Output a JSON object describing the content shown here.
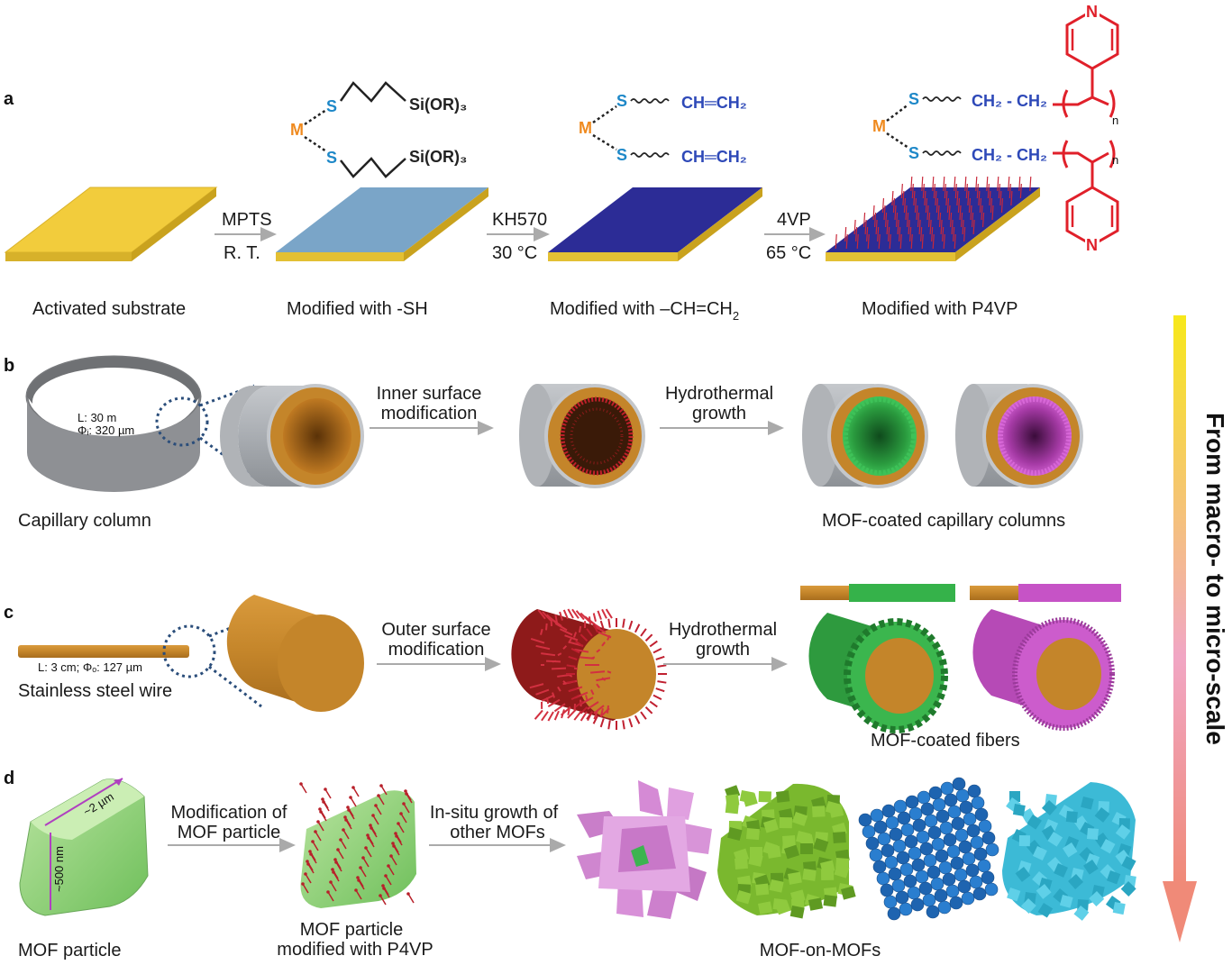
{
  "panels": {
    "a": "a",
    "b": "b",
    "c": "c",
    "d": "d"
  },
  "panel_a": {
    "label_substrate": "Activated substrate",
    "label_sh": "Modified with -SH",
    "label_vinyl_main": "Modified with –CH=CH",
    "label_vinyl_sub": "2",
    "label_p4vp": "Modified with P4VP",
    "step1_top": "MPTS",
    "step1_bottom": "R. T.",
    "step2_top": "KH570",
    "step2_bottom": "30 °C",
    "step3_top": "4VP",
    "step3_bottom": "65  °C",
    "chem": {
      "m": "M",
      "s": "S",
      "sior": "Si(OR)₃",
      "vinyl": "CH═CH₂",
      "ch2": "CH₂ - CH₂",
      "n": "n",
      "N": "N"
    }
  },
  "panel_b": {
    "capillary_label": "Capillary column",
    "length": "L: 30 m",
    "diameter": "Φᵢ: 320 µm",
    "step1": [
      "Inner surface",
      "modification"
    ],
    "step2": [
      "Hydrothermal",
      "growth"
    ],
    "result": "MOF-coated capillary columns"
  },
  "panel_c": {
    "wire_label": "Stainless steel wire",
    "wire_spec": "L: 3 cm; Φₒ: 127 µm",
    "step1": [
      "Outer surface",
      "modification"
    ],
    "step2": [
      "Hydrothermal",
      "growth"
    ],
    "result": "MOF-coated fibers"
  },
  "panel_d": {
    "particle_label": "MOF particle",
    "length_label": "~2 µm",
    "width_label": "~500 nm",
    "step1": [
      "Modification of",
      "MOF particle"
    ],
    "modified": [
      "MOF particle",
      "modified with P4VP"
    ],
    "step2": [
      "In-situ growth of",
      "other MOFs"
    ],
    "result": "MOF-on-MOFs"
  },
  "side_title": "From macro- to micro-scale",
  "colors": {
    "gold": "#f2cc3c",
    "blue_sh": "#7aa5c8",
    "navy": "#2c2c96",
    "copper": "#c4852a",
    "gray": "#a8acb2",
    "green": "#35b24a",
    "magenta": "#c653c6",
    "red": "#e0202a",
    "chem_blue": "#2e49b8",
    "s_blue": "#1e88c8",
    "m_orange": "#ef8a1f"
  }
}
